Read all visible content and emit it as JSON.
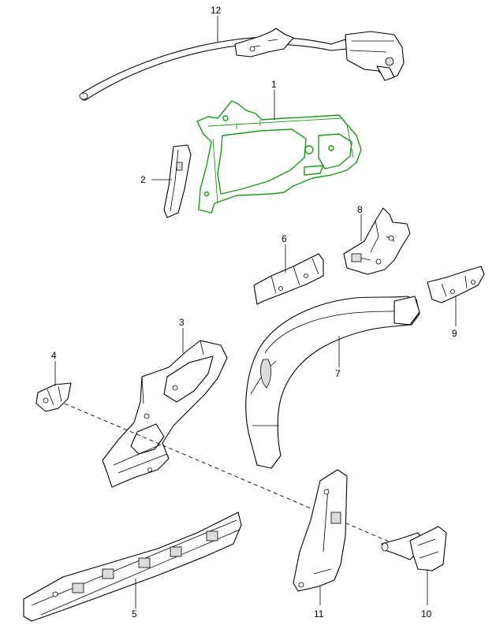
{
  "colors": {
    "highlight": "#1a9a1a",
    "line": "#000000",
    "background": "#ffffff"
  },
  "callouts": {
    "p1": "1",
    "p2": "2",
    "p3": "3",
    "p4": "4",
    "p5": "5",
    "p6": "6",
    "p7": "7",
    "p8": "8",
    "p9": "9",
    "p10": "10",
    "p11": "11",
    "p12": "12"
  }
}
